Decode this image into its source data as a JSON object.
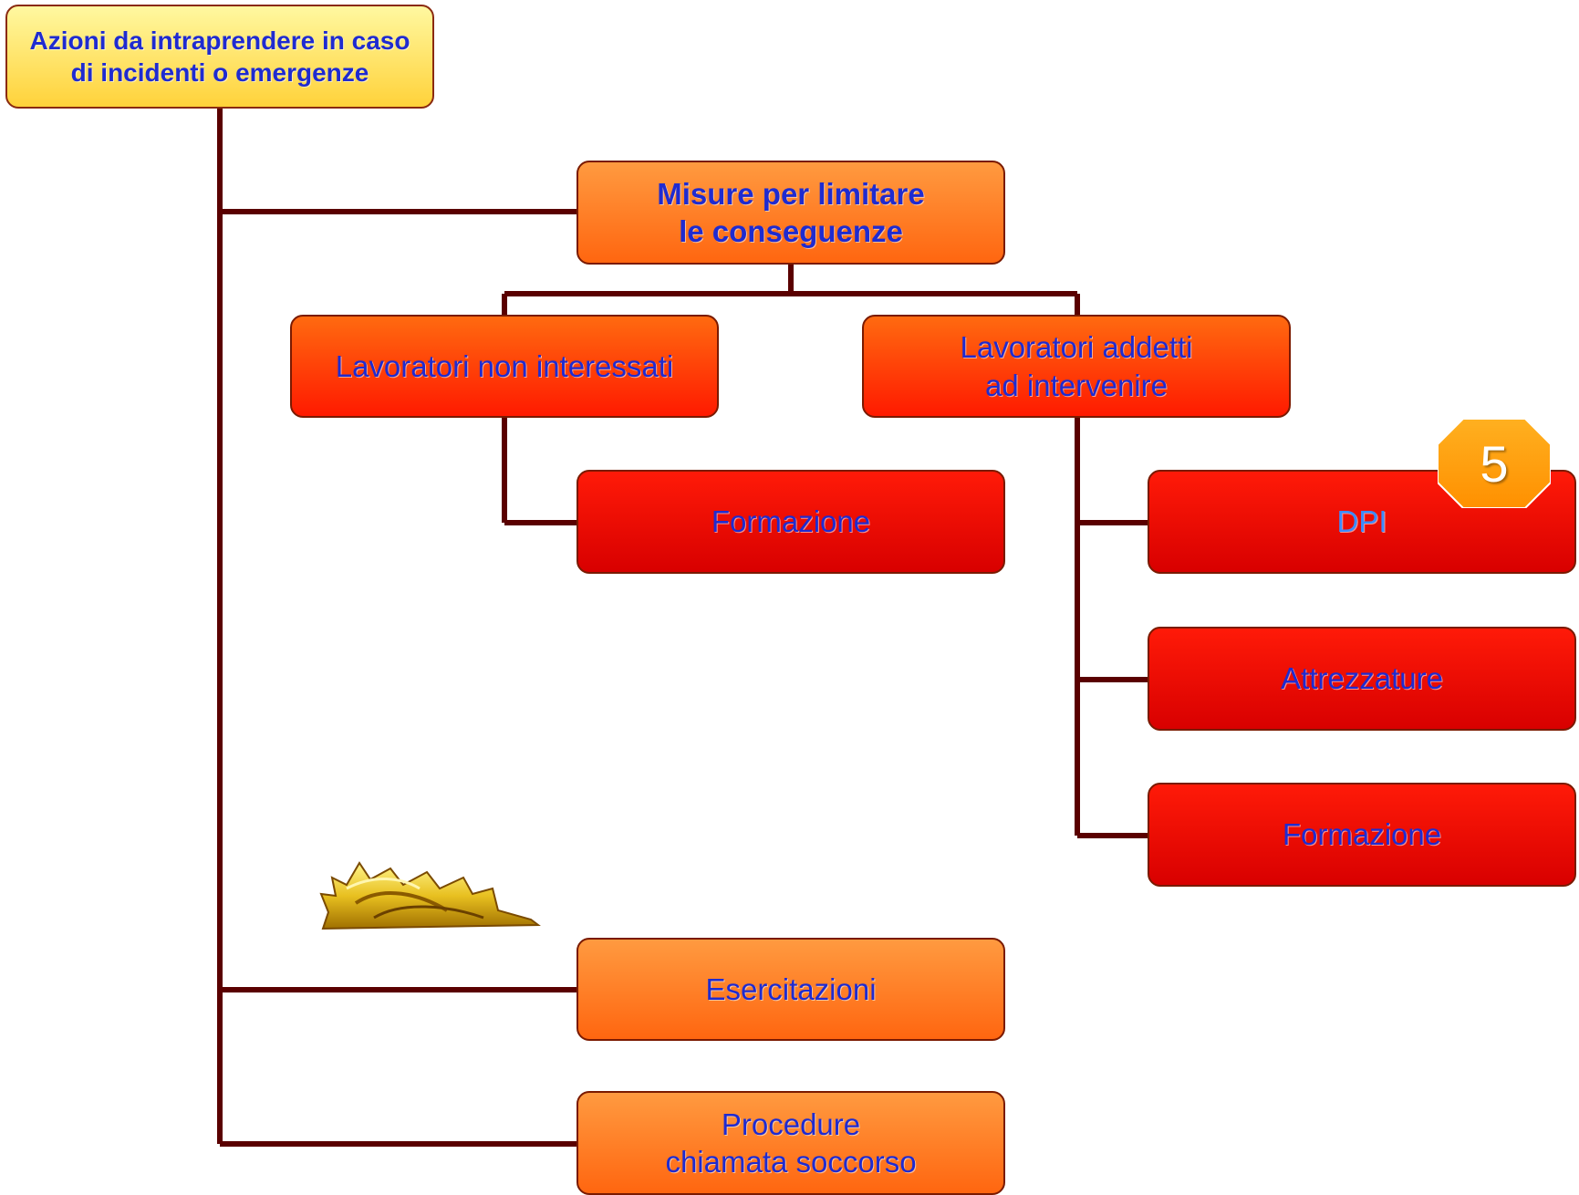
{
  "root": {
    "label": "Azioni da intraprendere in caso\ndi incidenti o emergenze"
  },
  "misure": {
    "label": "Misure per limitare\nle conseguenze"
  },
  "non_interessati": {
    "label": "Lavoratori non interessati"
  },
  "addetti": {
    "label": "Lavoratori addetti\nad  intervenire"
  },
  "formazione_non_interessati": {
    "label": "Formazione"
  },
  "dpi": {
    "label": "DPI"
  },
  "attrezzature": {
    "label": "Attrezzature"
  },
  "formazione_addetti": {
    "label": "Formazione"
  },
  "esercitazioni": {
    "label": "Esercitazioni"
  },
  "procedure": {
    "label": "Procedure\nchiamata soccorso"
  },
  "badge": {
    "label": "5"
  },
  "colors": {
    "connector": "#5a0000",
    "text": "#1f2bd0",
    "badge": "#ffa000"
  }
}
